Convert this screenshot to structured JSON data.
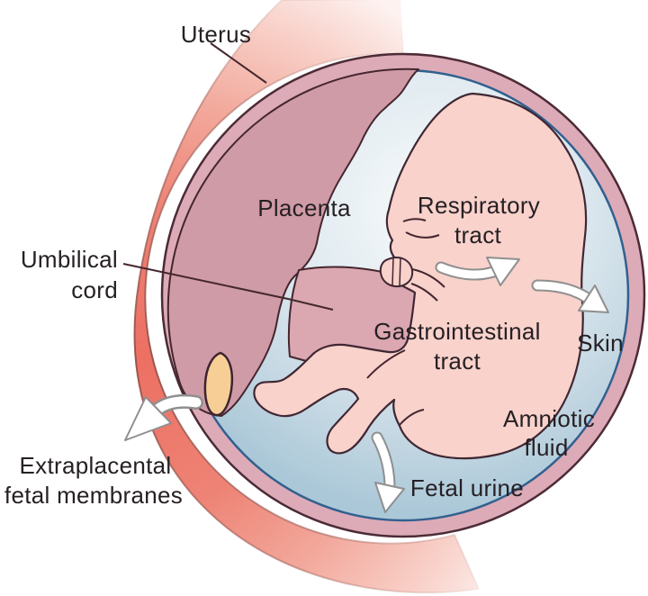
{
  "labels": {
    "uterus": "Uterus",
    "placenta": "Placenta",
    "umbilical_cord": {
      "line1": "Umbilical",
      "line2": "cord"
    },
    "respiratory_tract": {
      "line1": "Respiratory",
      "line2": "tract"
    },
    "gastrointestinal_tract": {
      "line1": "Gastrointestinal",
      "line2": "tract"
    },
    "skin": "Skin",
    "amniotic_fluid": {
      "line1": "Amniotic",
      "line2": "fluid"
    },
    "fetal_urine": "Fetal urine",
    "extraplacental_membranes": {
      "line1": "Extraplacental",
      "line2": "fetal membranes"
    }
  },
  "colors": {
    "uterus_wall": "#ec7063",
    "membrane_ring": "#dcabb7",
    "amnion_line": "#31608f",
    "amniotic_fluid": "#c5d8e3",
    "placenta": "#cf9ba6",
    "umbilical_cord": "#dba7b0",
    "fetus_skin": "#f8d2cb",
    "yolk_sac": "#f7cf96",
    "outline": "#45262f",
    "text": "#262024",
    "arrow_fill": "#ffffff",
    "arrow_outline": "#8f8f8f"
  }
}
